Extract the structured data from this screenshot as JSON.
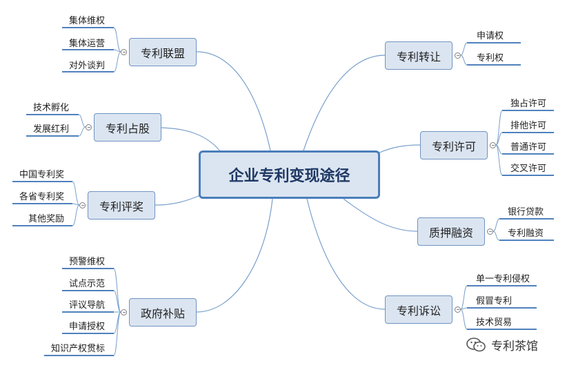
{
  "center": "企业专利变现途径",
  "branches": [
    {
      "label": "专利联盟",
      "items": [
        "集体维权",
        "集体运营",
        "对外谈判"
      ]
    },
    {
      "label": "专利占股",
      "items": [
        "技术孵化",
        "发展红利"
      ]
    },
    {
      "label": "专利评奖",
      "items": [
        "中国专利奖",
        "各省专利奖",
        "其他奖励"
      ]
    },
    {
      "label": "政府补贴",
      "items": [
        "预警维权",
        "试点示范",
        "评议导航",
        "申请授权",
        "知识产权贯标"
      ]
    },
    {
      "label": "专利转让",
      "items": [
        "申请权",
        "专利权"
      ]
    },
    {
      "label": "专利许可",
      "items": [
        "独占许可",
        "排他许可",
        "普通许可",
        "交叉许可"
      ]
    },
    {
      "label": "质押融资",
      "items": [
        "银行贷款",
        "专利融资"
      ]
    },
    {
      "label": "专利诉讼",
      "items": [
        "单一专利侵权",
        "假冒专利",
        "技术贸易"
      ]
    }
  ],
  "watermark": "专利茶馆",
  "colors": {
    "node_fill": "#dbe5f1",
    "node_border": "#6f93c2",
    "center_border": "#4a7ebb",
    "connector": "#7aa0cc",
    "underline": "#4f81bd"
  }
}
